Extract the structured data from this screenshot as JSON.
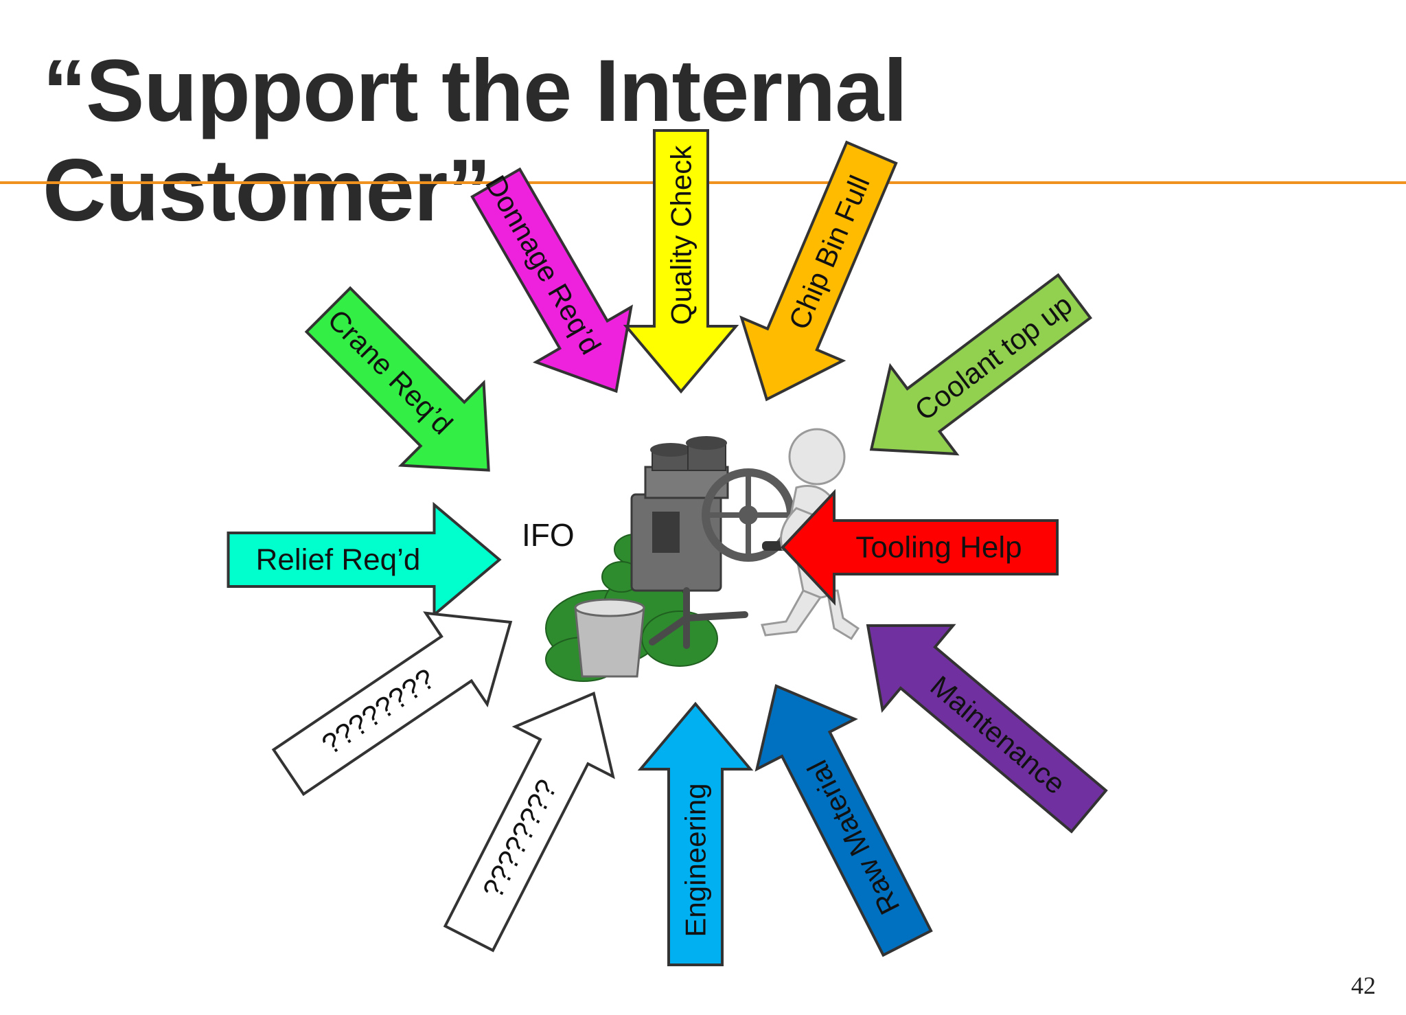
{
  "slide": {
    "title_line1": "“Support the Internal",
    "title_line2": "Customer”",
    "page_number": "42",
    "center_label": "IFO"
  },
  "colors": {
    "title": "#2b2b2b",
    "rule": "#f0921e",
    "outline": "#333333"
  },
  "arrows": [
    {
      "id": "crane-reqd",
      "label": "Crane Req’d",
      "fill": "#33ee44",
      "text_color": "#111111"
    },
    {
      "id": "donnage-reqd",
      "label": "Donnage Req’d",
      "fill": "#ee22dd",
      "text_color": "#111111"
    },
    {
      "id": "quality-check",
      "label": "Quality Check",
      "fill": "#ffff00",
      "text_color": "#111111"
    },
    {
      "id": "chip-bin-full",
      "label": "Chip Bin Full",
      "fill": "#ffbb00",
      "text_color": "#111111"
    },
    {
      "id": "coolant-top-up",
      "label": "Coolant top up",
      "fill": "#92d050",
      "text_color": "#111111"
    },
    {
      "id": "relief-reqd",
      "label": "Relief Req’d",
      "fill": "#00ffcc",
      "text_color": "#111111"
    },
    {
      "id": "tooling-help",
      "label": "Tooling Help",
      "fill": "#ff0000",
      "text_color": "#111111"
    },
    {
      "id": "maintenance",
      "label": "Maintenance",
      "fill": "#7030a0",
      "text_color": "#111111"
    },
    {
      "id": "raw-material",
      "label": "Raw Material",
      "fill": "#0070c0",
      "text_color": "#111111"
    },
    {
      "id": "engineering",
      "label": "Engineering",
      "fill": "#00b0f0",
      "text_color": "#111111"
    },
    {
      "id": "unknown-1",
      "label": "????????",
      "fill": "#ffffff",
      "text_color": "#111111"
    },
    {
      "id": "unknown-2",
      "label": "????????",
      "fill": "#ffffff",
      "text_color": "#111111"
    }
  ],
  "illustration": {
    "icon": "person-cranking-machine-icon"
  }
}
